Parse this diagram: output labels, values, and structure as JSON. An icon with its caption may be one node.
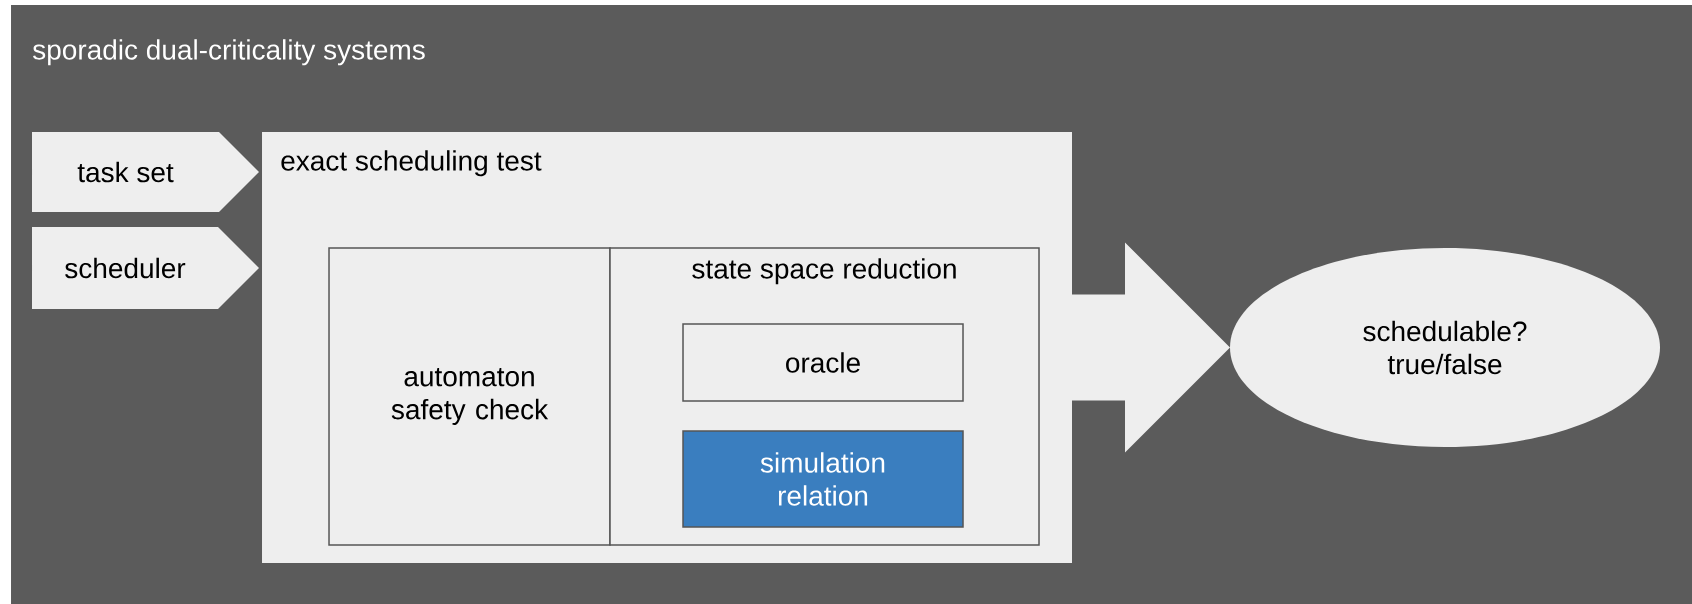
{
  "diagram": {
    "nodes": [
      {
        "text": [
          "sporadic dual-criticality systems"
        ]
      },
      {
        "text": [
          "task set"
        ],
        "in": 0
      },
      {
        "text": [
          "scheduler"
        ],
        "in": 0
      },
      {
        "text": [
          "exact scheduling test"
        ],
        "in": 0
      },
      {
        "text": [
          "automaton safety check"
        ],
        "in": 3
      },
      {
        "text": [
          "state space reduction"
        ],
        "in": 3
      },
      {
        "text": [
          "oracle"
        ],
        "in": 5
      },
      {
        "text": [
          "simulation relation"
        ],
        "in": 5
      },
      {
        "text": [
          "schedulable? true/false"
        ],
        "in": 0
      }
    ],
    "edges": [
      {
        "from": 3,
        "to": 8,
        "arrow": "to"
      }
    ]
  }
}
